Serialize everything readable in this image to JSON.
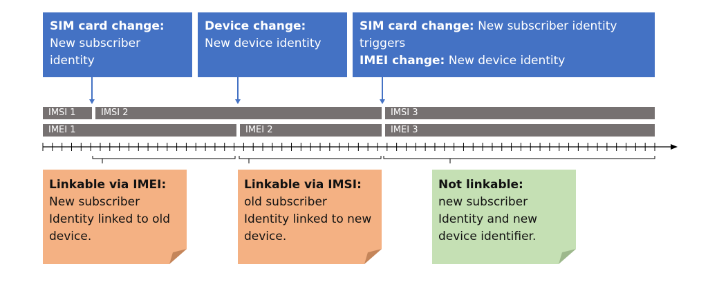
{
  "events": [
    {
      "lines": [
        {
          "bold": "SIM card change:",
          "text": ""
        },
        {
          "bold": "",
          "text": "New subscriber"
        },
        {
          "bold": "",
          "text": "identity"
        }
      ]
    },
    {
      "lines": [
        {
          "bold": "Device change:",
          "text": ""
        },
        {
          "bold": "",
          "text": "New device identity"
        }
      ]
    },
    {
      "lines": [
        {
          "bold": "SIM card change:",
          "text": " New subscriber identity"
        },
        {
          "bold": "",
          "text": "triggers"
        },
        {
          "bold": "IMEI change:",
          "text": " New device identity"
        }
      ]
    }
  ],
  "imsi": [
    "IMSI 1",
    "IMSI 2",
    "IMSI 3"
  ],
  "imei": [
    "IMEI 1",
    "IMEI 2",
    "IMEI 3"
  ],
  "notes": [
    {
      "title": "Linkable via IMEI:",
      "lines": [
        "New subscriber",
        "Identity linked to old",
        "device."
      ]
    },
    {
      "title": "Linkable via IMSI:",
      "lines": [
        "old subscriber",
        "Identity linked to new",
        "device."
      ]
    },
    {
      "title": "Not linkable:",
      "lines": [
        "new subscriber",
        "Identity and new",
        "device identifier."
      ]
    }
  ],
  "colors": {
    "event_box": "#4472C4",
    "id_bar": "#767171",
    "linkable_note": "#F4B183",
    "not_linkable_note": "#C5E0B4"
  }
}
